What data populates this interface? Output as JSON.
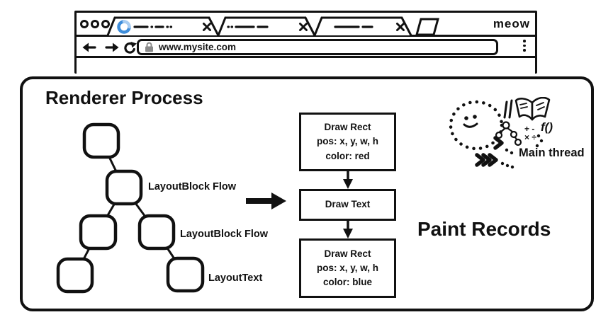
{
  "window": {
    "brand_label": "meow",
    "tabs": {
      "count": 3,
      "active_tab_state": "loading",
      "close_icon": "x-cross",
      "new_tab_icon": "parallelogram"
    },
    "nav": {
      "back_icon": "arrow-left",
      "forward_icon": "arrow-right",
      "reload_icon": "circular-arrow",
      "lock_icon": "padlock",
      "url_value": "www.mysite.com",
      "menu_icon": "vertical-dots"
    },
    "traffic_lights_icon": "ring-circles"
  },
  "renderer": {
    "title": "Renderer Process",
    "layout_tree": {
      "node_count": 6,
      "labels": [
        {
          "text": "LayoutBlock Flow"
        },
        {
          "text": "LayoutBlock Flow"
        },
        {
          "text": "LayoutText"
        }
      ]
    },
    "paint": {
      "title": "Paint Records",
      "boxes": [
        {
          "lines": [
            "Draw Rect",
            "pos: x, y, w, h",
            "color: red"
          ]
        },
        {
          "lines": [
            "Draw Text"
          ]
        },
        {
          "lines": [
            "Draw Rect",
            "pos: x, y, w, h",
            "color: blue"
          ]
        }
      ]
    },
    "main_thread": {
      "label": "Main thread",
      "math_row1": "+ -",
      "math_row2": "× ÷",
      "function_label": "f()",
      "character_icon": "smiley-dotted-oval"
    }
  },
  "colors": {
    "ink": "#111111",
    "spinner_dark": "#3f8edb",
    "spinner_light": "#a9cdf1",
    "lock_gray": "#8a8a8a",
    "background": "#ffffff"
  }
}
